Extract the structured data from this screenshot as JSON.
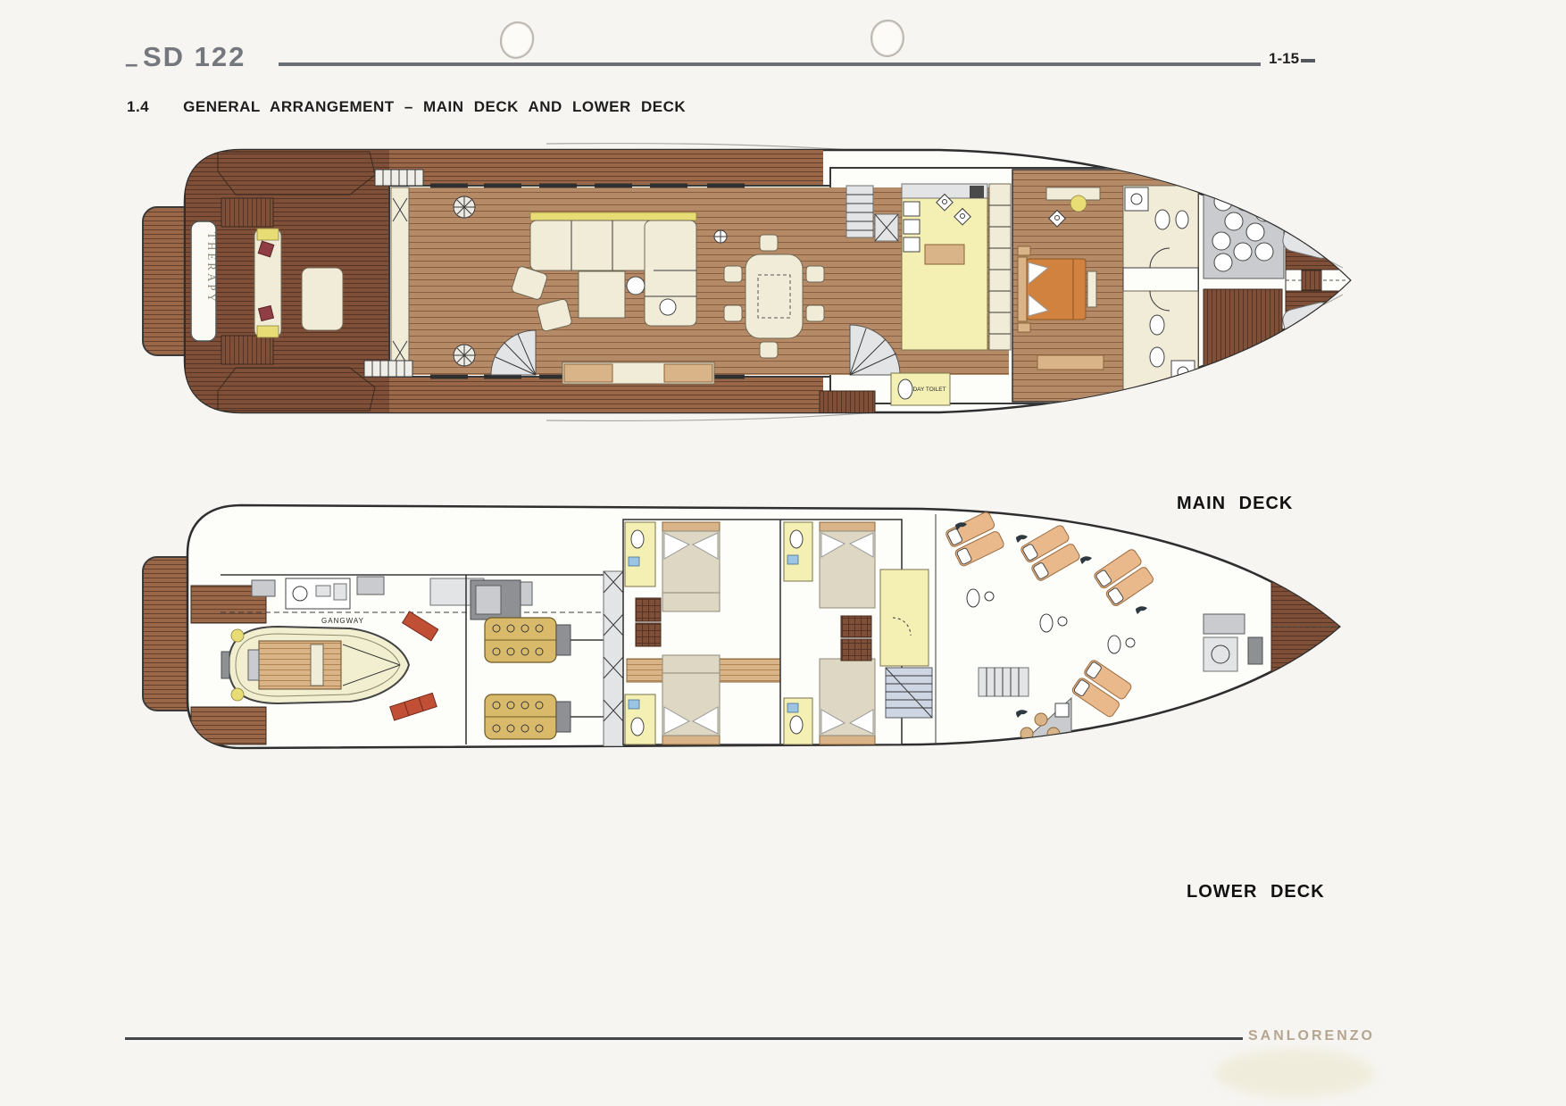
{
  "header": {
    "dash": "–",
    "model": "SD 122",
    "page_number": "1-15"
  },
  "section": {
    "number": "1.4",
    "title": "GENERAL  ARRANGEMENT  –  MAIN  DECK AND LOWER  DECK"
  },
  "plans": {
    "main_deck": {
      "label": "MAIN  DECK",
      "yacht_name": "THERAPY",
      "day_toilet_label": "DAY TOILET"
    },
    "lower_deck": {
      "label": "LOWER  DECK",
      "gangway_label": "GANGWAY"
    }
  },
  "footer": {
    "brand": "SANLORENZO"
  },
  "palette": {
    "paper": "#f6f5f2",
    "ink": "#1d1d1d",
    "hdr": "#74777c",
    "rule": "#6b6e73",
    "ruledark": "#43464a",
    "brand": "#b5a58f",
    "hull": "#2e2e2e",
    "teak": "#9a6848",
    "teakdark": "#7f4f38",
    "seam": "#64412e",
    "seamdark": "#533426",
    "floor": "#b58a67",
    "floorseam": "#8a5d40",
    "ltw": "#d9b488",
    "ltwseam": "#b1854f",
    "cream": "#f1ecd8",
    "creamline": "#a9a28b",
    "yellow": "#f4f0b4",
    "yellowdeep": "#e8dd74",
    "orange": "#d2823f",
    "peach": "#eab98b",
    "beige": "#ddd7c3",
    "red": "#c04f36",
    "gold": "#d9ba6b",
    "graypanel": "#c9cbce",
    "graylight": "#e3e4e6",
    "blue": "#9cc4e4",
    "steel": "#8e9094",
    "wall": "#3a3a3a"
  }
}
